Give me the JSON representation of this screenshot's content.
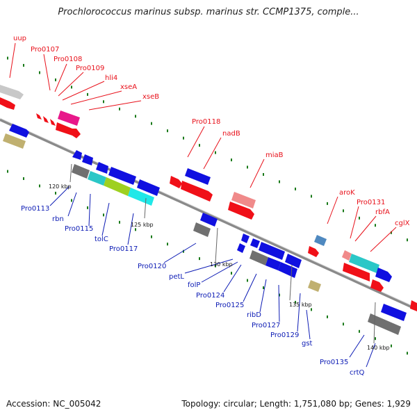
{
  "title": "Prochlorococcus marinus subsp. marinus str. CCMP1375, comple...",
  "footer": {
    "accession": "Accession: NC_005042",
    "summary": "Topology: circular; Length: 1,751,080 bp; Genes: 1,929"
  },
  "colors": {
    "forward_strand": "#f0101a",
    "reverse_strand": "#1010e0",
    "backbone": "#8a8a8a",
    "gc_dots": "#1a7a1a",
    "forward_label": "#e8101a",
    "reverse_label": "#0b1ab4"
  },
  "ticks": [
    "120 kbp",
    "125 kbp",
    "130 kbp",
    "135 kbp",
    "140 kbp"
  ],
  "forward_genes": [
    "uup",
    "Pro0107",
    "Pro0108",
    "Pro0109",
    "hli4",
    "xseA",
    "xseB",
    "Pro0118",
    "nadB",
    "miaB",
    "aroK",
    "Pro0131",
    "rbfA",
    "cglX"
  ],
  "reverse_genes": [
    "Pro0113",
    "rbn",
    "Pro0115",
    "tolC",
    "Pro0117",
    "Pro0120",
    "petL",
    "folP",
    "Pro0124",
    "Pro0125",
    "ribD",
    "Pro0127",
    "Pro0129",
    "gst",
    "Pro0135",
    "crtQ"
  ]
}
